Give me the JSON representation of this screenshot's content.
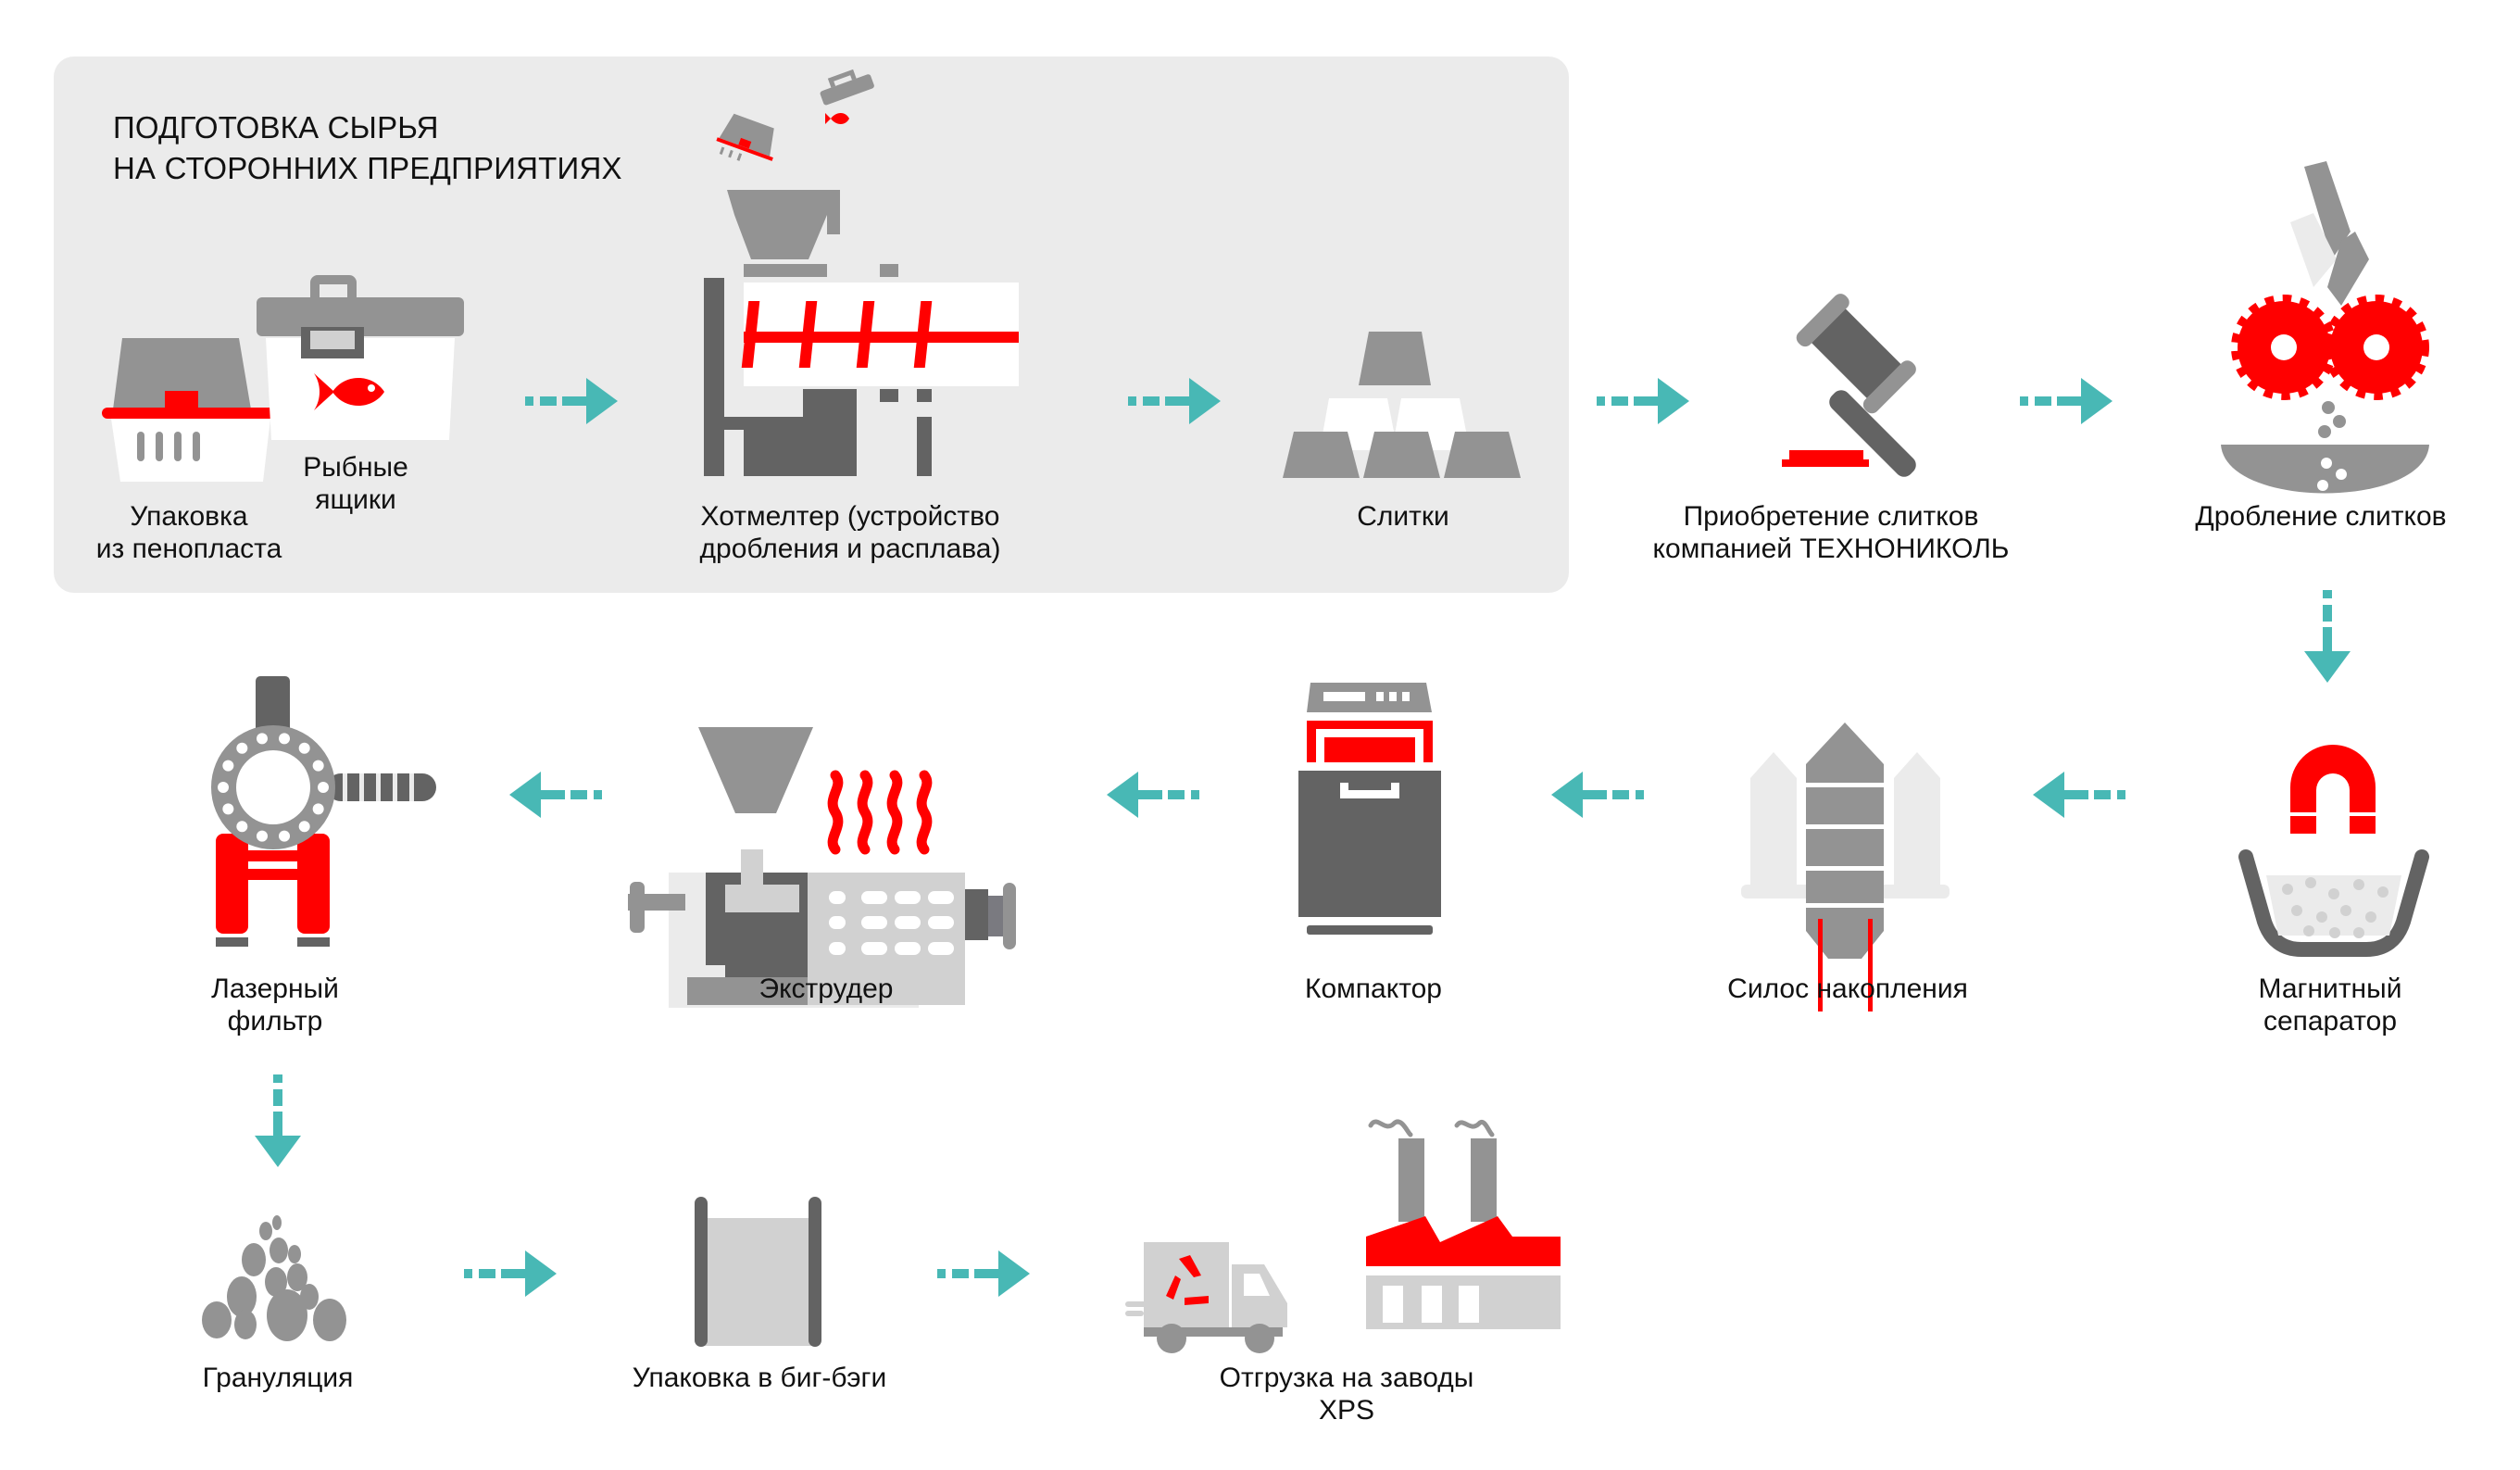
{
  "panel": {
    "title_line1": "ПОДГОТОВКА СЫРЬЯ",
    "title_line2": "НА СТОРОННИХ ПРЕДПРИЯТИЯХ"
  },
  "colors": {
    "accent_red": "#ff0000",
    "arrow_teal": "#48b8b5",
    "gray": "#939393",
    "dark_gray": "#636363",
    "light_gray": "#d1d1d1",
    "panel_bg": "#ebebeb"
  },
  "steps": [
    {
      "id": "foam",
      "icon": "foam-packaging-icon",
      "line1": "Упаковка",
      "line2": "из пенопласта"
    },
    {
      "id": "fishbox",
      "icon": "fish-box-icon",
      "line1": "Рыбные",
      "line2": "ящики"
    },
    {
      "id": "hotmelter",
      "icon": "hotmelter-icon",
      "line1": "Хотмелтер (устройство",
      "line2": "дробления и расплава)"
    },
    {
      "id": "ingots",
      "icon": "ingots-icon",
      "line1": "Слитки",
      "line2": ""
    },
    {
      "id": "purchase",
      "icon": "gavel-icon",
      "line1": "Приобретение слитков",
      "line2": "компанией ТЕХНОНИКОЛЬ"
    },
    {
      "id": "crushing",
      "icon": "crusher-gears-icon",
      "line1": "Дробление слитков",
      "line2": ""
    },
    {
      "id": "magnet",
      "icon": "magnet-separator-icon",
      "line1": "Магнитный",
      "line2": "сепаратор"
    },
    {
      "id": "silo",
      "icon": "silo-icon",
      "line1": "Силос накопления",
      "line2": ""
    },
    {
      "id": "compactor",
      "icon": "compactor-icon",
      "line1": "Компактор",
      "line2": ""
    },
    {
      "id": "extruder",
      "icon": "extruder-icon",
      "line1": "Экструдер",
      "line2": ""
    },
    {
      "id": "laser",
      "icon": "laser-filter-icon",
      "line1": "Лазерный",
      "line2": "фильтр"
    },
    {
      "id": "granulation",
      "icon": "granules-icon",
      "line1": "Грануляция",
      "line2": ""
    },
    {
      "id": "bigbag",
      "icon": "big-bag-icon",
      "line1": "Упаковка в биг-бэги",
      "line2": ""
    },
    {
      "id": "shipping",
      "icon": "truck-factory-icon",
      "line1": "Отгрузка на заводы",
      "line2": "XPS"
    }
  ],
  "arrows": [
    {
      "from": "foam",
      "to": "hotmelter",
      "direction": "right"
    },
    {
      "from": "hotmelter",
      "to": "ingots",
      "direction": "right"
    },
    {
      "from": "ingots",
      "to": "purchase",
      "direction": "right"
    },
    {
      "from": "purchase",
      "to": "crushing",
      "direction": "right"
    },
    {
      "from": "crushing",
      "to": "magnet",
      "direction": "down"
    },
    {
      "from": "magnet",
      "to": "silo",
      "direction": "left"
    },
    {
      "from": "silo",
      "to": "compactor",
      "direction": "left"
    },
    {
      "from": "compactor",
      "to": "extruder",
      "direction": "left"
    },
    {
      "from": "extruder",
      "to": "laser",
      "direction": "left"
    },
    {
      "from": "laser",
      "to": "granulation",
      "direction": "down"
    },
    {
      "from": "granulation",
      "to": "bigbag",
      "direction": "right"
    },
    {
      "from": "bigbag",
      "to": "shipping",
      "direction": "right"
    }
  ]
}
